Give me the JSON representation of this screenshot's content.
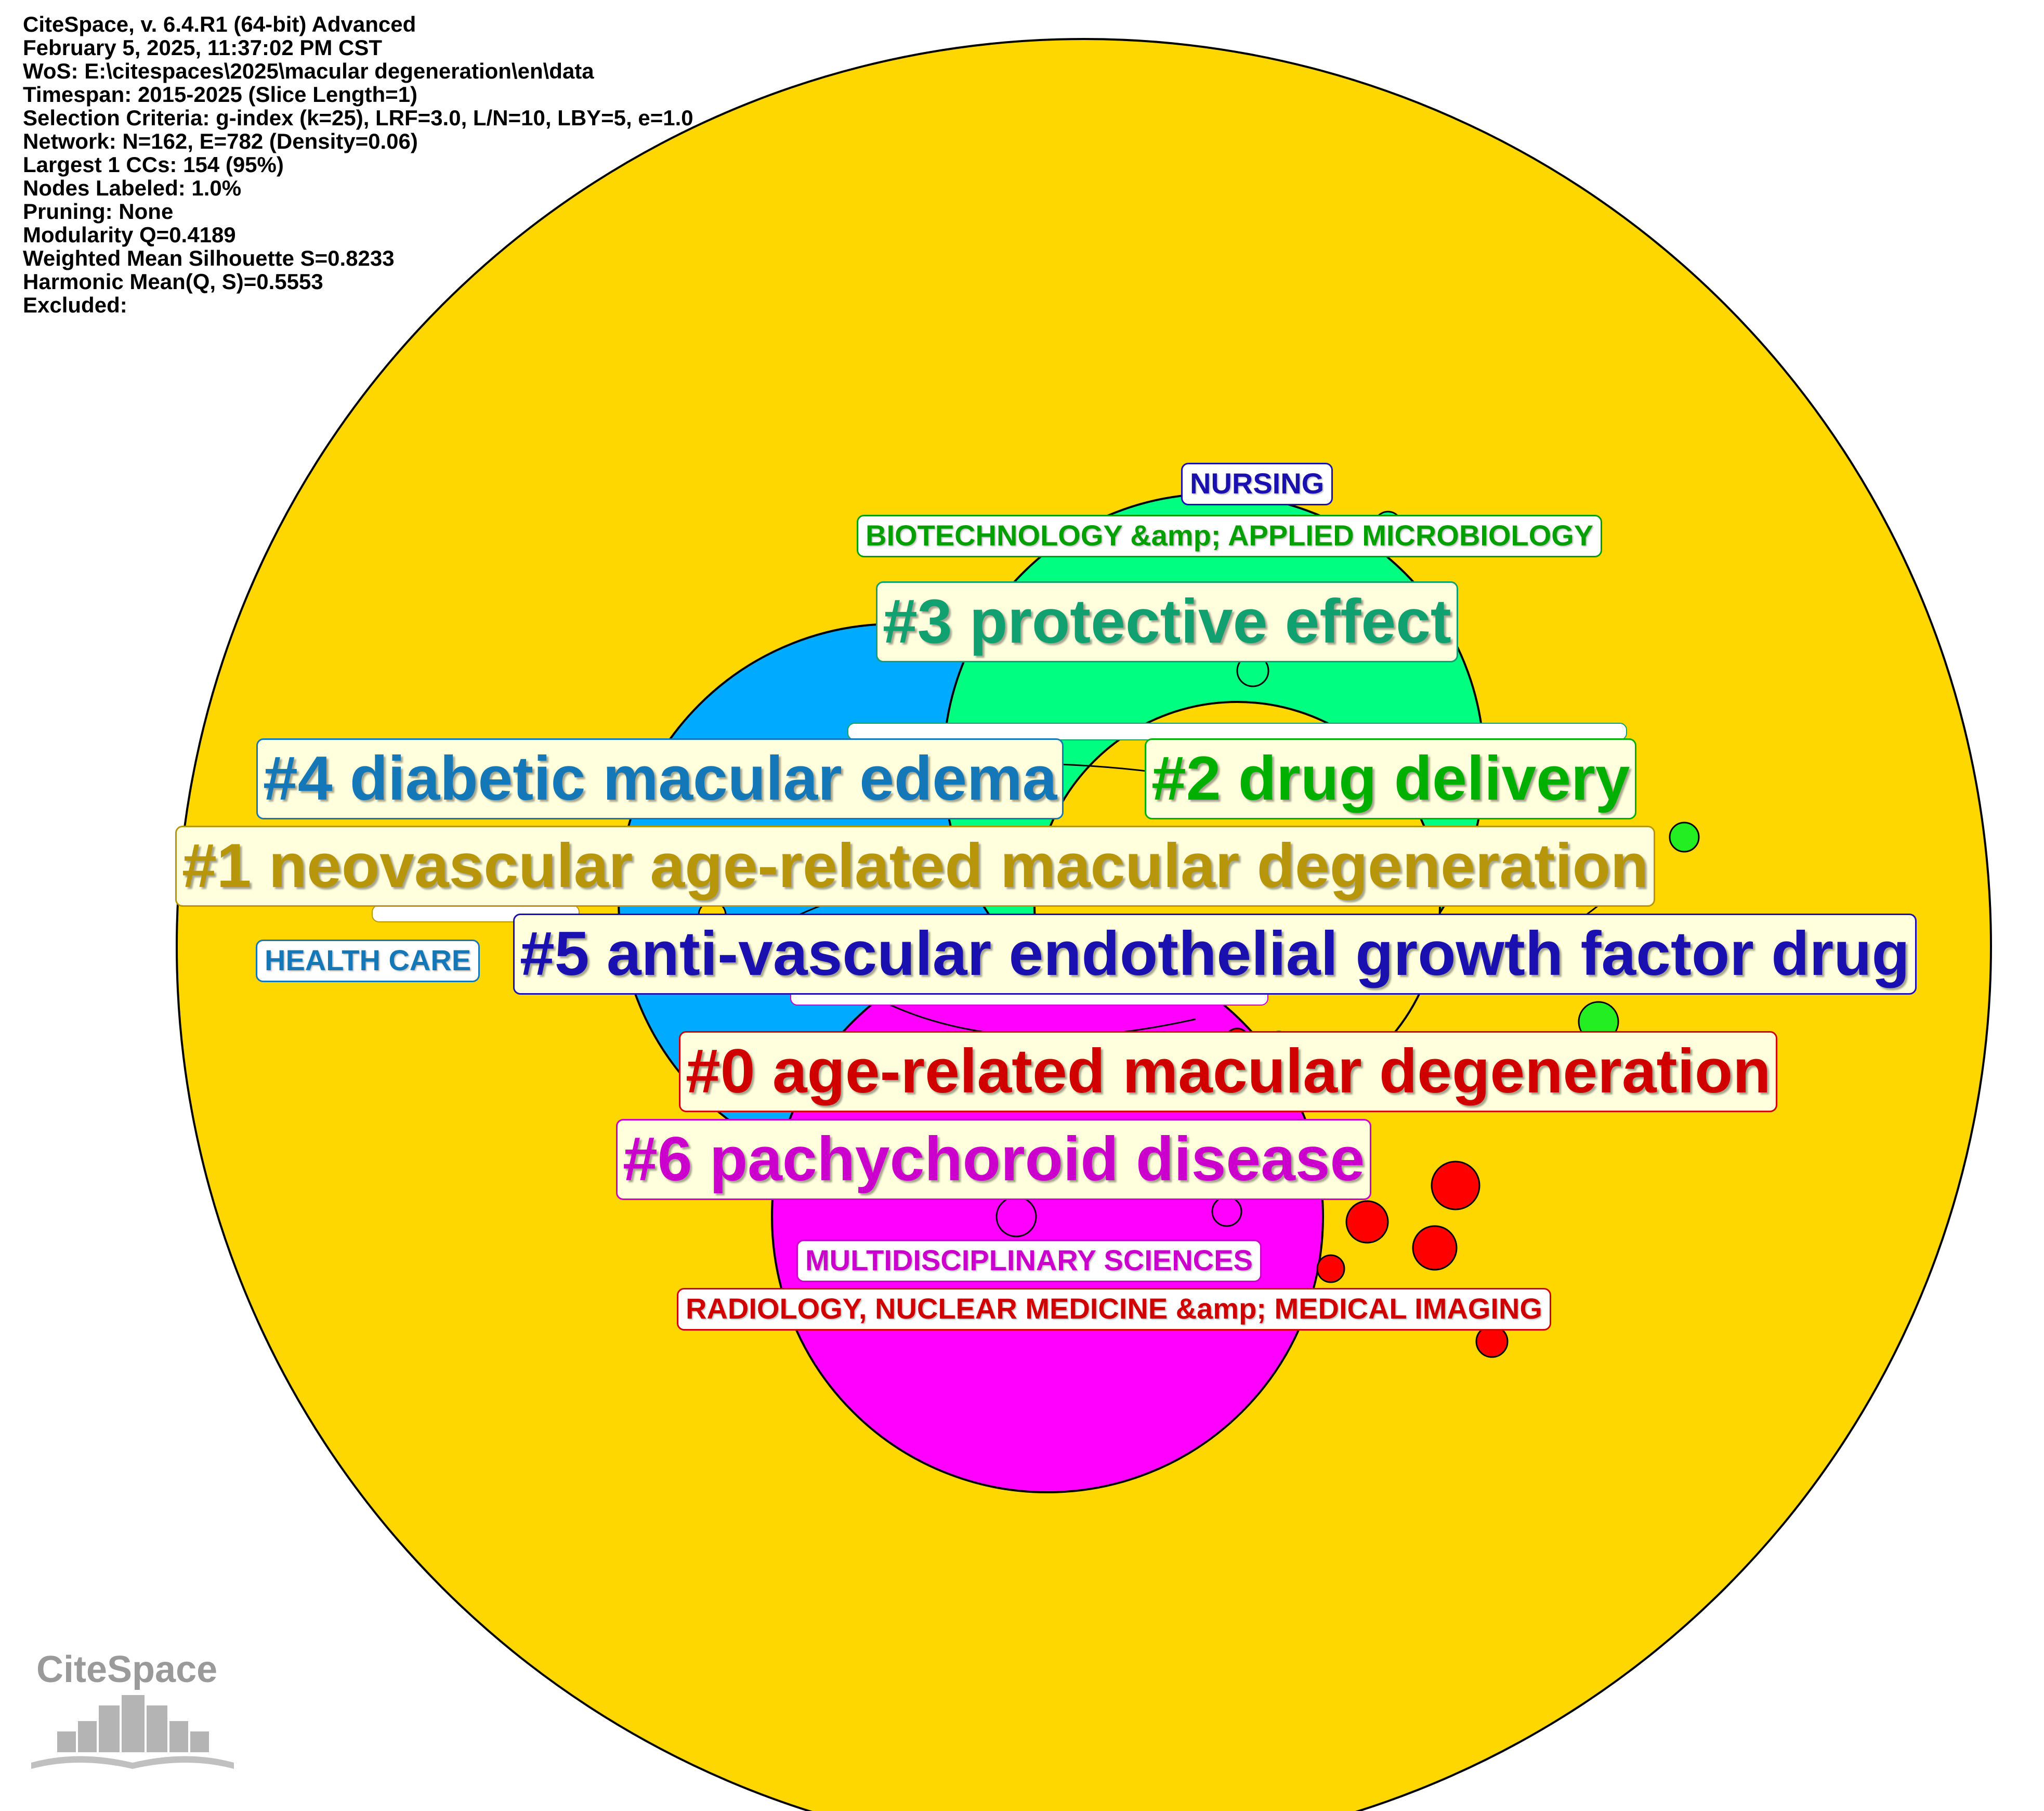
{
  "header": {
    "lines": [
      "CiteSpace, v. 6.4.R1 (64-bit) Advanced",
      "February 5, 2025, 11:37:02 PM CST",
      "WoS: E:\\citespaces\\2025\\macular degeneration\\en\\data",
      "Timespan: 2015-2025 (Slice Length=1)",
      "Selection Criteria: g-index (k=25), LRF=3.0, L/N=10, LBY=5, e=1.0",
      "Network: N=162, E=782 (Density=0.06)",
      "Largest 1 CCs: 154 (95%)",
      "Nodes Labeled: 1.0%",
      "Pruning: None",
      "Modularity Q=0.4189",
      "Weighted Mean Silhouette S=0.8233",
      "Harmonic Mean(Q, S)=0.5553",
      "Excluded:"
    ]
  },
  "cluster_labels": {
    "c0": "#0 age-related macular degeneration",
    "c1": "#1 neovascular age-related macular degeneration",
    "c2": "#2 drug delivery",
    "c3": "#3 protective effect",
    "c4": "#4 diabetic macular edema",
    "c5": "#5 anti-vascular endothelial growth factor drug",
    "c6": "#6 pachychoroid disease"
  },
  "category_labels": {
    "nursing": "NURSING",
    "biotech": "BIOTECHNOLOGY &amp; APPLIED MICROBIOLOGY",
    "health_care": "HEALTH CARE",
    "multidisciplinary": "MULTIDISCIPLINARY SCIENCES",
    "radiology": "RADIOLOGY, NUCLEAR MEDICINE &amp; MEDICAL IMAGING"
  },
  "colors": {
    "c0": "#E00000",
    "c1": "#B8960C",
    "c2": "#00B000",
    "c3": "#11A070",
    "c4": "#1478B8",
    "c5": "#1A10B0",
    "c6": "#CC00CC",
    "outer_disk": "#FFD700",
    "magenta_disk": "#FF00FF",
    "blue_disk": "#00AAFF",
    "green_disk": "#00FF80",
    "red_node": "#FF0000",
    "bright_green_node": "#22EE22"
  },
  "logo": {
    "text": "CiteSpace"
  }
}
